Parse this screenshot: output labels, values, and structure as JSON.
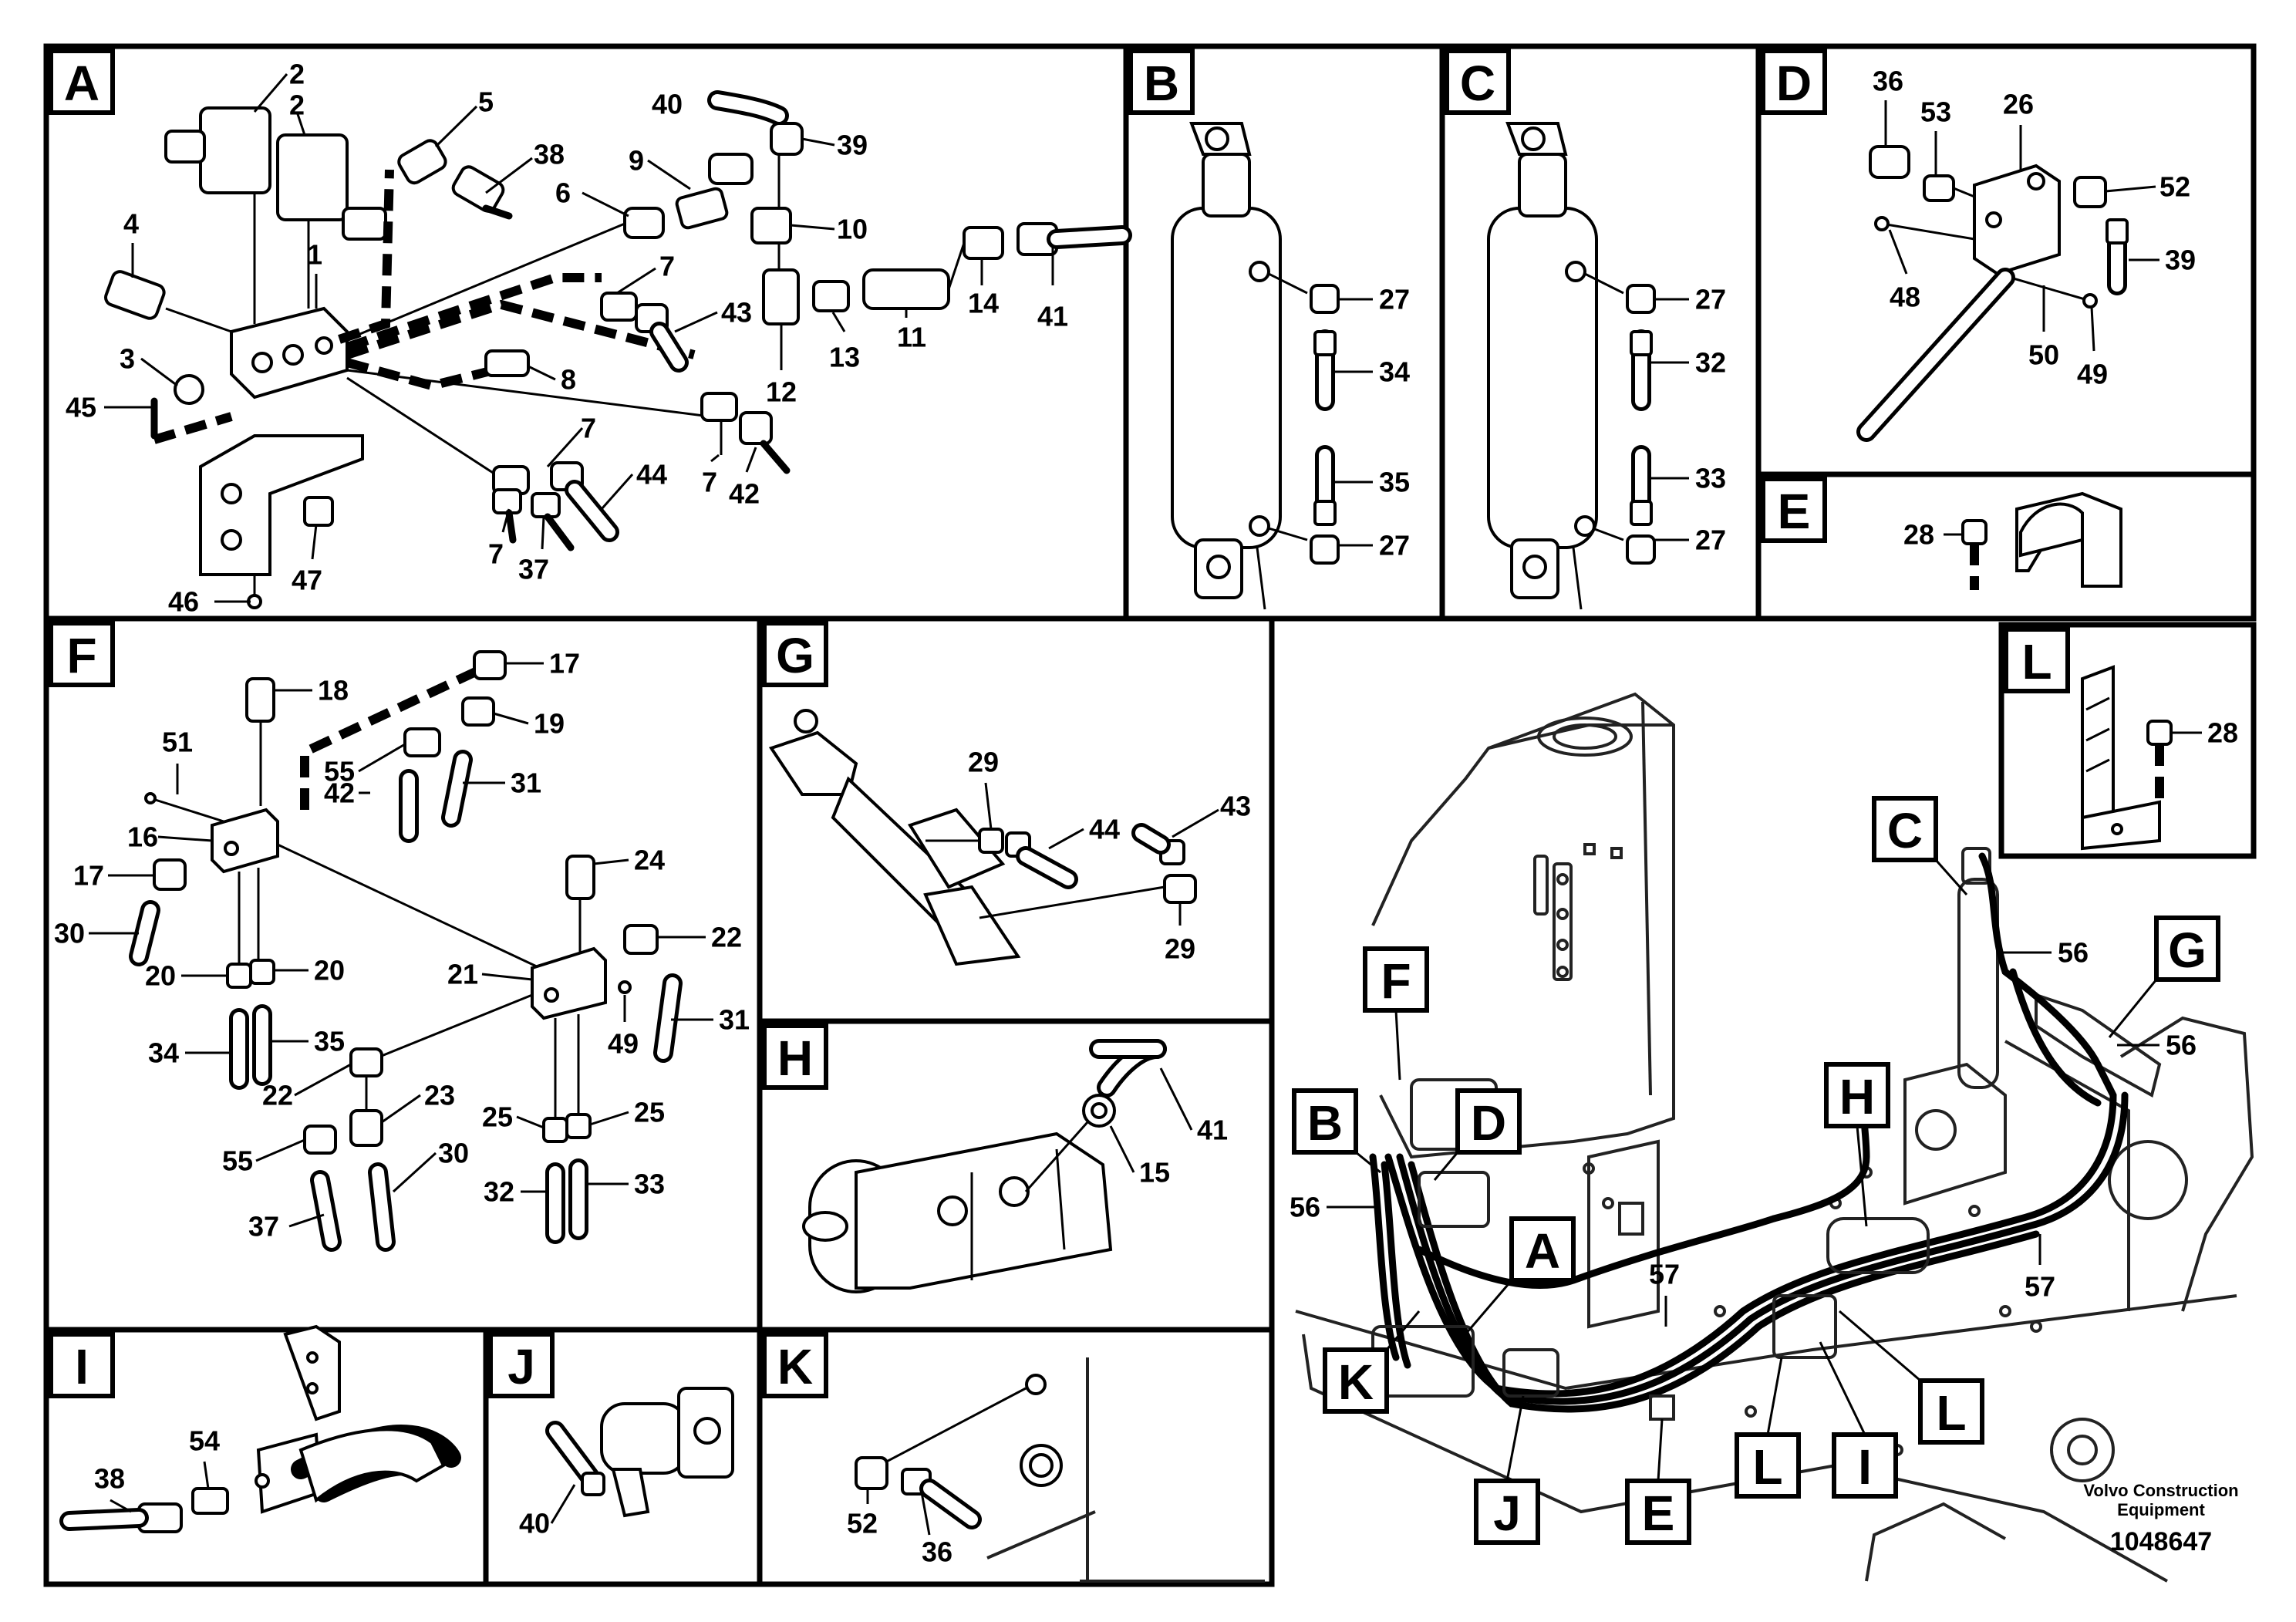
{
  "panels": [
    {
      "id": "A",
      "label": "A"
    },
    {
      "id": "B",
      "label": "B"
    },
    {
      "id": "C",
      "label": "C"
    },
    {
      "id": "D",
      "label": "D"
    },
    {
      "id": "E",
      "label": "E"
    },
    {
      "id": "F",
      "label": "F"
    },
    {
      "id": "G",
      "label": "G"
    },
    {
      "id": "H",
      "label": "H"
    },
    {
      "id": "I",
      "label": "I"
    },
    {
      "id": "J",
      "label": "J"
    },
    {
      "id": "K",
      "label": "K"
    },
    {
      "id": "L",
      "label": "L"
    }
  ],
  "callouts": {
    "a": [
      "2",
      "2",
      "5",
      "38",
      "40",
      "39",
      "9",
      "10",
      "6",
      "4",
      "1",
      "7",
      "43",
      "14",
      "41",
      "3",
      "11",
      "13",
      "12",
      "45",
      "8",
      "7",
      "44",
      "7",
      "42",
      "7",
      "37",
      "47",
      "46"
    ],
    "b": [
      "27",
      "34",
      "35",
      "27"
    ],
    "c": [
      "27",
      "32",
      "33",
      "27"
    ],
    "d": [
      "36",
      "53",
      "26",
      "52",
      "39",
      "48",
      "50",
      "49"
    ],
    "e": [
      "28"
    ],
    "f": [
      "18",
      "17",
      "19",
      "51",
      "55",
      "31",
      "42",
      "16",
      "17",
      "24",
      "30",
      "22",
      "21",
      "20",
      "20",
      "49",
      "31",
      "34",
      "35",
      "22",
      "23",
      "25",
      "25",
      "55",
      "30",
      "37",
      "32",
      "33"
    ],
    "g": [
      "29",
      "44",
      "43",
      "29"
    ],
    "h": [
      "41",
      "15"
    ],
    "i": [
      "38",
      "54"
    ],
    "j": [
      "40"
    ],
    "k": [
      "52",
      "36"
    ],
    "l": [
      "28"
    ],
    "overview": [
      "56",
      "56",
      "56",
      "57",
      "57"
    ]
  },
  "overview_tags": [
    "C",
    "G",
    "F",
    "B",
    "D",
    "A",
    "H",
    "K",
    "J",
    "E",
    "L",
    "I",
    "L"
  ],
  "footer": {
    "credit_line1": "Volvo Construction",
    "credit_line2": "Equipment",
    "document_number": "1048647"
  }
}
